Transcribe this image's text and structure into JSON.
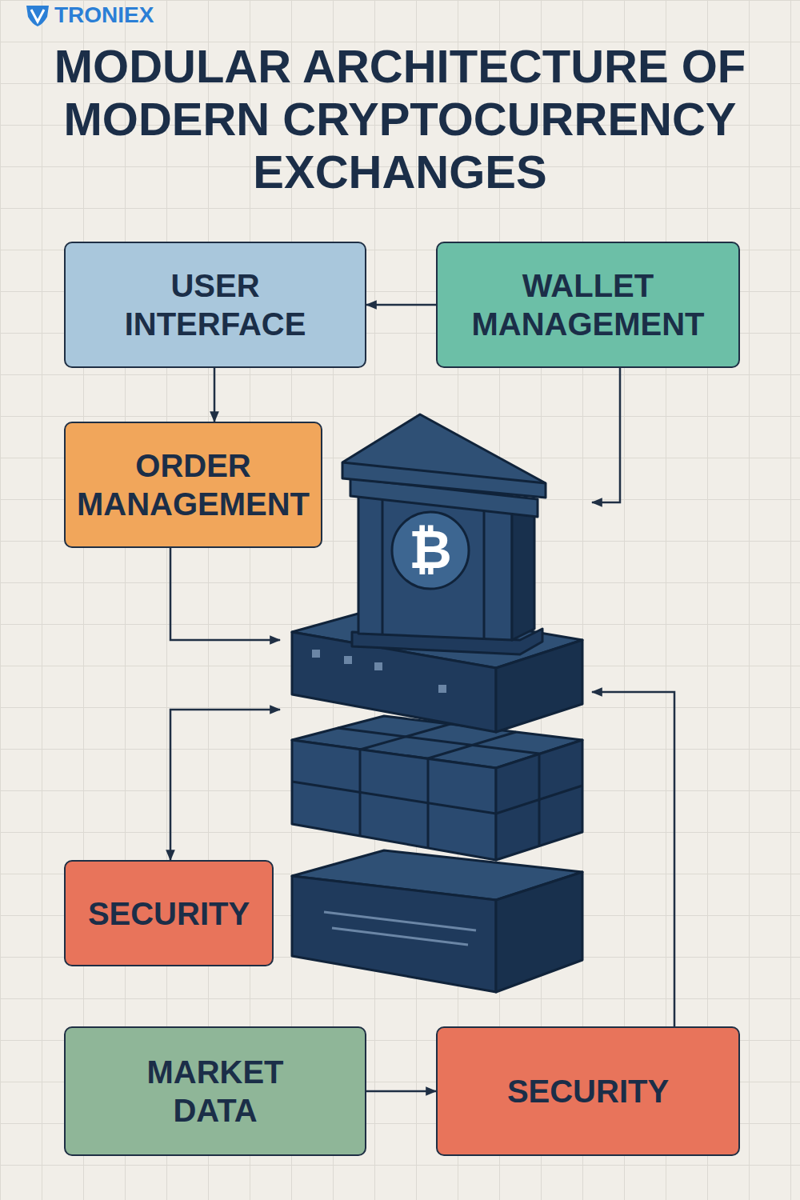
{
  "diagram": {
    "title": "MODULAR ARCHITECTURE OF MODERN CRYPTOCURRENCY EXCHANGES",
    "nodes": [
      {
        "text": [
          "USER INTERFACE"
        ]
      },
      {
        "text": [
          "WALLET MANAGEMENT"
        ]
      },
      {
        "text": [
          "ORDER MANAGEMENT"
        ]
      },
      {
        "text": [
          "₿"
        ]
      },
      {
        "text": [
          "SECURITY"
        ]
      },
      {
        "text": [
          "MARKET DATA"
        ]
      },
      {
        "text": [
          "SECURITY"
        ]
      }
    ],
    "edges": [
      {
        "from": 1,
        "to": 0,
        "arrow": "to"
      },
      {
        "from": 0,
        "to": 2,
        "arrow": "to"
      },
      {
        "from": 1,
        "to": 3,
        "arrow": "to"
      },
      {
        "from": 2,
        "to": 3,
        "arrow": "to"
      },
      {
        "from": 4,
        "to": 3,
        "arrow": "both"
      },
      {
        "from": 5,
        "to": 6,
        "arrow": "to"
      },
      {
        "from": 6,
        "to": 3,
        "arrow": "to"
      }
    ],
    "labels": [
      "TRONIEX"
    ]
  }
}
